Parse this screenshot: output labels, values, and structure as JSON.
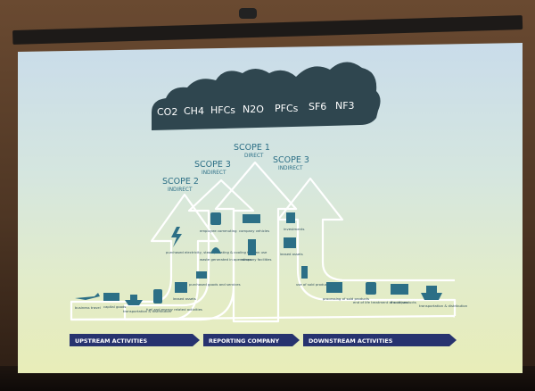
{
  "greenhouse_gases": [
    "CO2",
    "CH4",
    "HFCs",
    "N2O",
    "PFCs",
    "SF6",
    "NF3"
  ],
  "scopes": {
    "scope1": {
      "title": "SCOPE 1",
      "subtitle": "DIRECT"
    },
    "scope2": {
      "title": "SCOPE 2",
      "subtitle": "INDIRECT"
    },
    "scope3_upstream": {
      "title": "SCOPE 3",
      "subtitle": "INDIRECT"
    },
    "scope3_downstream": {
      "title": "SCOPE 3",
      "subtitle": "INDIRECT"
    }
  },
  "scope2_items": {
    "electricity": "purchased electricity, steam, heating & cooling for own use"
  },
  "upstream_mid_items": {
    "commuting": "employee commuting",
    "waste": "waste generated in operations",
    "purchased_goods": "purchased goods and services"
  },
  "upstream_items": {
    "business_travel": "business travel",
    "capital_goods": "capital goods",
    "transportation": "transportation & distribution",
    "fuel_energy": "fuel and energy related activities",
    "leased_assets": "leased assets"
  },
  "scope1_items": {
    "vehicles": "company vehicles",
    "facilities": "company facilities"
  },
  "downstream_items": {
    "investments": "investments",
    "leased_assets": "leased assets",
    "use_of_products": "use of sold products",
    "processing": "processing of sold products",
    "end_of_life": "end of life treatment of sold products",
    "franchises": "franchises",
    "transportation": "transportation & distribution"
  },
  "bars": {
    "upstream": "UPSTREAM ACTIVITIES",
    "reporting": "REPORTING COMPANY",
    "downstream": "DOWNSTREAM ACTIVITIES"
  },
  "colors": {
    "teal": "#2c6f86",
    "navy": "#27336f",
    "cloud": "#2f464f"
  }
}
